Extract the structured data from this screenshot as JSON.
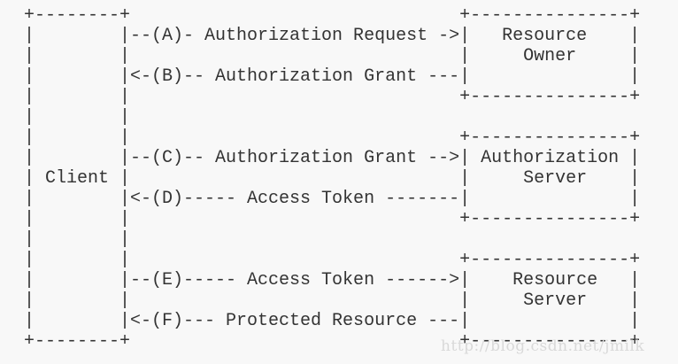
{
  "diagram": {
    "lines": [
      "+--------+                               +---------------+",
      "|        |--(A)- Authorization Request ->|   Resource    |",
      "|        |                               |     Owner     |",
      "|        |<-(B)-- Authorization Grant ---|               |",
      "|        |                               +---------------+",
      "|        |",
      "|        |                               +---------------+",
      "|        |--(C)-- Authorization Grant -->| Authorization |",
      "| Client |                               |     Server    |",
      "|        |<-(D)----- Access Token -------|               |",
      "|        |                               +---------------+",
      "|        |",
      "|        |                               +---------------+",
      "|        |--(E)----- Access Token ------>|    Resource   |",
      "|        |                               |     Server    |",
      "|        |<-(F)--- Protected Resource ---|               |",
      "+--------+                               +---------------+"
    ]
  },
  "watermark": "http://blog.csdn.net/jmilk"
}
